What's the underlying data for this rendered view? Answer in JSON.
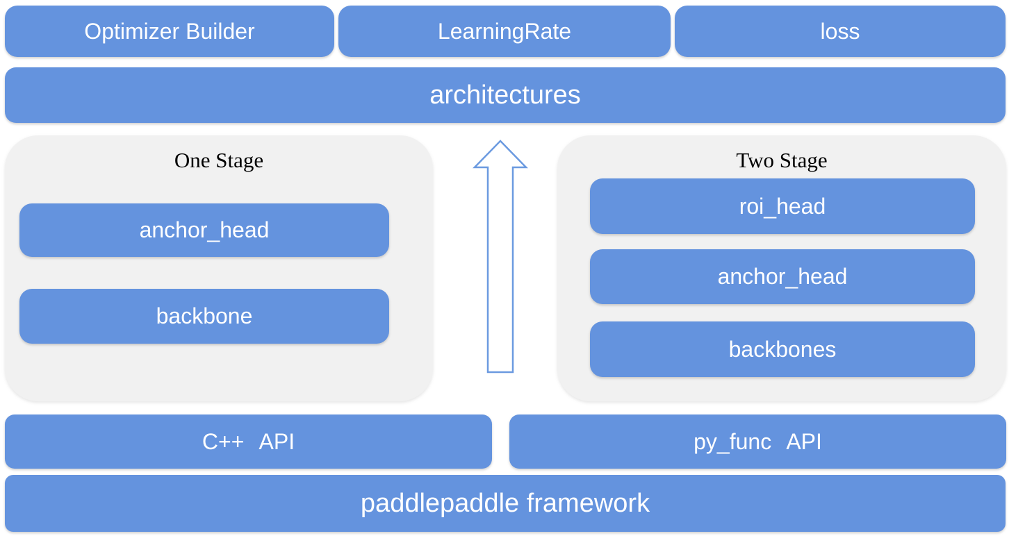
{
  "colors": {
    "box_blue": "#6493DE",
    "panel_gray": "#F1F1F1",
    "arrow_stroke": "#6B9AE0",
    "box_text": "#FFFFFF",
    "panel_title_text": "#000000"
  },
  "top_row": {
    "optimizer_builder": "Optimizer Builder",
    "learning_rate": "LearningRate",
    "loss": "loss"
  },
  "architectures_label": "architectures",
  "one_stage": {
    "title": "One Stage",
    "boxes": [
      "anchor_head",
      "backbone"
    ]
  },
  "two_stage": {
    "title": "Two Stage",
    "boxes": [
      "roi_head",
      "anchor_head",
      "backbones"
    ]
  },
  "arrow": {
    "direction": "up"
  },
  "api_row": {
    "cpp_api": "C++ API",
    "py_func_api": "py_func API"
  },
  "framework_label": "paddlepaddle framework"
}
